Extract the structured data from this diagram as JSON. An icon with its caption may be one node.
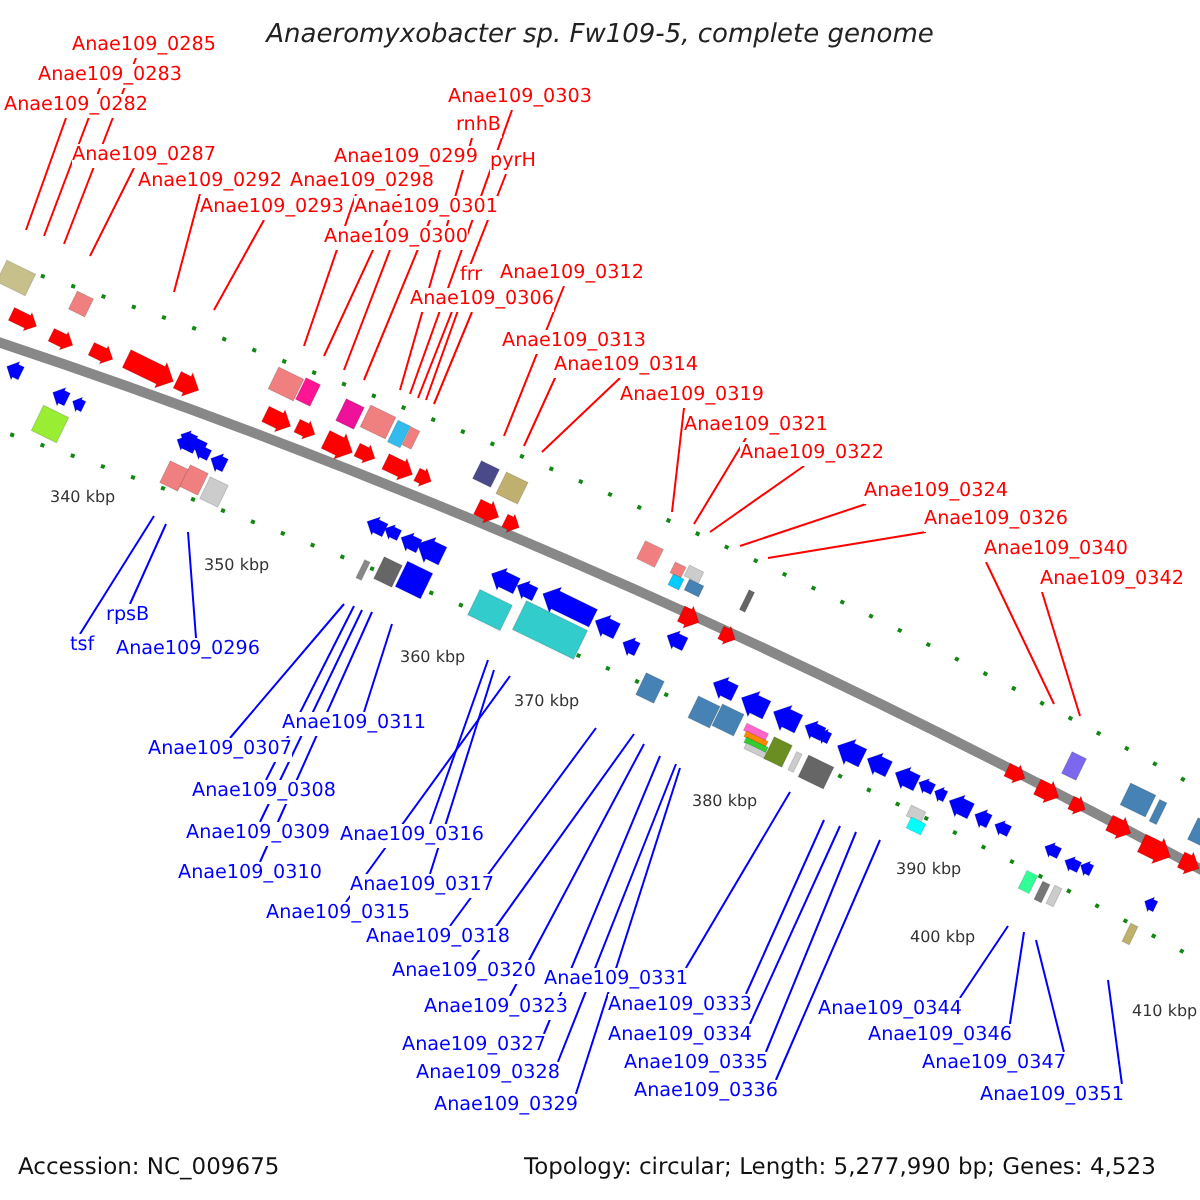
{
  "diagram": {
    "title": "Anaeromyxobacter sp. Fw109-5, complete genome",
    "nodes": [
      {
        "text": [
          "Anae109_0285"
        ]
      },
      {
        "text": [
          "Anae109_0283"
        ]
      },
      {
        "text": [
          "Anae109_0282"
        ]
      },
      {
        "text": [
          "Anae109_0287"
        ]
      },
      {
        "text": [
          "Anae109_0292"
        ]
      },
      {
        "text": [
          "Anae109_0293"
        ]
      },
      {
        "text": [
          "Anae109_0303"
        ]
      },
      {
        "text": [
          "rnhB"
        ]
      },
      {
        "text": [
          "Anae109_0299"
        ]
      },
      {
        "text": [
          "pyrH"
        ]
      },
      {
        "text": [
          "Anae109_0298"
        ]
      },
      {
        "text": [
          "Anae109_0301"
        ]
      },
      {
        "text": [
          "Anae109_0300"
        ]
      },
      {
        "text": [
          "frr"
        ]
      },
      {
        "text": [
          "Anae109_0312"
        ]
      },
      {
        "text": [
          "Anae109_0306"
        ]
      },
      {
        "text": [
          "Anae109_0313"
        ]
      },
      {
        "text": [
          "Anae109_0314"
        ]
      },
      {
        "text": [
          "Anae109_0319"
        ]
      },
      {
        "text": [
          "Anae109_0321"
        ]
      },
      {
        "text": [
          "Anae109_0322"
        ]
      },
      {
        "text": [
          "Anae109_0324"
        ]
      },
      {
        "text": [
          "Anae109_0326"
        ]
      },
      {
        "text": [
          "Anae109_0340"
        ]
      },
      {
        "text": [
          "Anae109_0342"
        ]
      },
      {
        "text": [
          "rpsB"
        ]
      },
      {
        "text": [
          "tsf"
        ]
      },
      {
        "text": [
          "Anae109_0296"
        ]
      },
      {
        "text": [
          "Anae109_0311"
        ]
      },
      {
        "text": [
          "Anae109_0307"
        ]
      },
      {
        "text": [
          "Anae109_0308"
        ]
      },
      {
        "text": [
          "Anae109_0309"
        ]
      },
      {
        "text": [
          "Anae109_0316"
        ]
      },
      {
        "text": [
          "Anae109_0310"
        ]
      },
      {
        "text": [
          "Anae109_0317"
        ]
      },
      {
        "text": [
          "Anae109_0315"
        ]
      },
      {
        "text": [
          "Anae109_0318"
        ]
      },
      {
        "text": [
          "Anae109_0320"
        ]
      },
      {
        "text": [
          "Anae109_0331"
        ]
      },
      {
        "text": [
          "Anae109_0323"
        ]
      },
      {
        "text": [
          "Anae109_0333"
        ]
      },
      {
        "text": [
          "Anae109_0344"
        ]
      },
      {
        "text": [
          "Anae109_0334"
        ]
      },
      {
        "text": [
          "Anae109_0346"
        ]
      },
      {
        "text": [
          "Anae109_0327"
        ]
      },
      {
        "text": [
          "Anae109_0335"
        ]
      },
      {
        "text": [
          "Anae109_0347"
        ]
      },
      {
        "text": [
          "Anae109_0328"
        ]
      },
      {
        "text": [
          "Anae109_0336"
        ]
      },
      {
        "text": [
          "Anae109_0351"
        ]
      },
      {
        "text": [
          "Anae109_0329"
        ]
      }
    ],
    "edges": [
      {
        "from": 0,
        "to": null,
        "arrow": "none",
        "color": "#ff0000"
      },
      {
        "from": 1,
        "to": null,
        "arrow": "none",
        "color": "#ff0000"
      },
      {
        "from": 2,
        "to": null,
        "arrow": "none",
        "color": "#ff0000"
      },
      {
        "from": 3,
        "to": null,
        "arrow": "none",
        "color": "#ff0000"
      },
      {
        "from": 4,
        "to": null,
        "arrow": "none",
        "color": "#ff0000"
      },
      {
        "from": 5,
        "to": null,
        "arrow": "none",
        "color": "#ff0000"
      },
      {
        "from": 6,
        "to": null,
        "arrow": "none",
        "color": "#ff0000"
      },
      {
        "from": 7,
        "to": null,
        "arrow": "none",
        "color": "#ff0000"
      },
      {
        "from": 8,
        "to": null,
        "arrow": "none",
        "color": "#ff0000"
      },
      {
        "from": 9,
        "to": null,
        "arrow": "none",
        "color": "#ff0000"
      },
      {
        "from": 10,
        "to": null,
        "arrow": "none",
        "color": "#ff0000"
      },
      {
        "from": 11,
        "to": null,
        "arrow": "none",
        "color": "#ff0000"
      },
      {
        "from": 12,
        "to": null,
        "arrow": "none",
        "color": "#ff0000"
      },
      {
        "from": 13,
        "to": null,
        "arrow": "none",
        "color": "#ff0000"
      },
      {
        "from": 14,
        "to": null,
        "arrow": "none",
        "color": "#ff0000"
      },
      {
        "from": 15,
        "to": null,
        "arrow": "none",
        "color": "#ff0000"
      },
      {
        "from": 16,
        "to": null,
        "arrow": "none",
        "color": "#ff0000"
      },
      {
        "from": 17,
        "to": null,
        "arrow": "none",
        "color": "#ff0000"
      },
      {
        "from": 18,
        "to": null,
        "arrow": "none",
        "color": "#ff0000"
      },
      {
        "from": 19,
        "to": null,
        "arrow": "none",
        "color": "#ff0000"
      },
      {
        "from": 20,
        "to": null,
        "arrow": "none",
        "color": "#ff0000"
      },
      {
        "from": 21,
        "to": null,
        "arrow": "none",
        "color": "#ff0000"
      },
      {
        "from": 22,
        "to": null,
        "arrow": "none",
        "color": "#ff0000"
      },
      {
        "from": 23,
        "to": null,
        "arrow": "none",
        "color": "#ff0000"
      },
      {
        "from": 24,
        "to": null,
        "arrow": "none",
        "color": "#ff0000"
      },
      {
        "from": 25,
        "to": null,
        "arrow": "none"
      },
      {
        "from": 26,
        "to": null,
        "arrow": "none"
      },
      {
        "from": 27,
        "to": null,
        "arrow": "none"
      },
      {
        "from": 28,
        "to": null,
        "arrow": "none"
      },
      {
        "from": 29,
        "to": null,
        "arrow": "none"
      },
      {
        "from": 30,
        "to": null,
        "arrow": "none"
      },
      {
        "from": 31,
        "to": null,
        "arrow": "none"
      },
      {
        "from": 32,
        "to": null,
        "arrow": "none"
      },
      {
        "from": 33,
        "to": null,
        "arrow": "none"
      },
      {
        "from": 34,
        "to": null,
        "arrow": "none"
      },
      {
        "from": 35,
        "to": null,
        "arrow": "none"
      },
      {
        "from": 36,
        "to": null,
        "arrow": "none"
      },
      {
        "from": 37,
        "to": null,
        "arrow": "none"
      },
      {
        "from": 38,
        "to": null,
        "arrow": "none"
      },
      {
        "from": 39,
        "to": null,
        "arrow": "none"
      },
      {
        "from": 40,
        "to": null,
        "arrow": "none"
      },
      {
        "from": 41,
        "to": null,
        "arrow": "none"
      },
      {
        "from": 42,
        "to": null,
        "arrow": "none"
      },
      {
        "from": 43,
        "to": null,
        "arrow": "none"
      },
      {
        "from": 44,
        "to": null,
        "arrow": "none"
      },
      {
        "from": 45,
        "to": null,
        "arrow": "none"
      },
      {
        "from": 46,
        "to": null,
        "arrow": "none"
      },
      {
        "from": 47,
        "to": null,
        "arrow": "none"
      },
      {
        "from": 48,
        "to": null,
        "arrow": "none"
      },
      {
        "from": 49,
        "to": null,
        "arrow": "none"
      },
      {
        "from": 50,
        "to": null,
        "arrow": "none"
      }
    ],
    "labels": [
      "340 kbp",
      "350 kbp",
      "360 kbp",
      "370 kbp",
      "380 kbp",
      "390 kbp",
      "400 kbp",
      "410 kbp",
      "Accession: NC_009675",
      "Topology: circular; Length: 5,277,990 bp; Genes: 4,523"
    ]
  }
}
